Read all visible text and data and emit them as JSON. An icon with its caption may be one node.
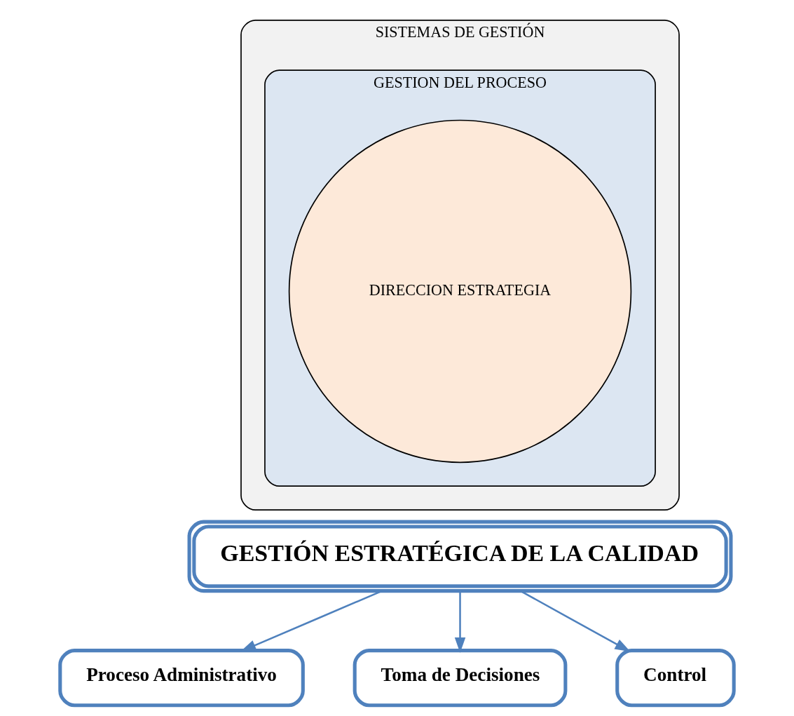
{
  "diagram": {
    "nodes": [
      {
        "text": [
          "SISTEMAS DE GESTIÓN"
        ]
      },
      {
        "text": [
          "GESTION DEL PROCESO"
        ],
        "in": 0
      },
      {
        "text": [
          "DIRECCION ESTRATEGIA"
        ],
        "in": 1
      },
      {
        "text": [
          "GESTIÓN ESTRATÉGICA DE LA CALIDAD"
        ]
      },
      {
        "text": [
          "Proceso Administrativo"
        ]
      },
      {
        "text": [
          "Toma de Decisiones"
        ]
      },
      {
        "text": [
          "Control"
        ]
      }
    ],
    "edges": [
      {
        "from": 3,
        "to": 4,
        "arrow": "to"
      },
      {
        "from": 3,
        "to": 5,
        "arrow": "to"
      },
      {
        "from": 3,
        "to": 6,
        "arrow": "to"
      }
    ]
  }
}
